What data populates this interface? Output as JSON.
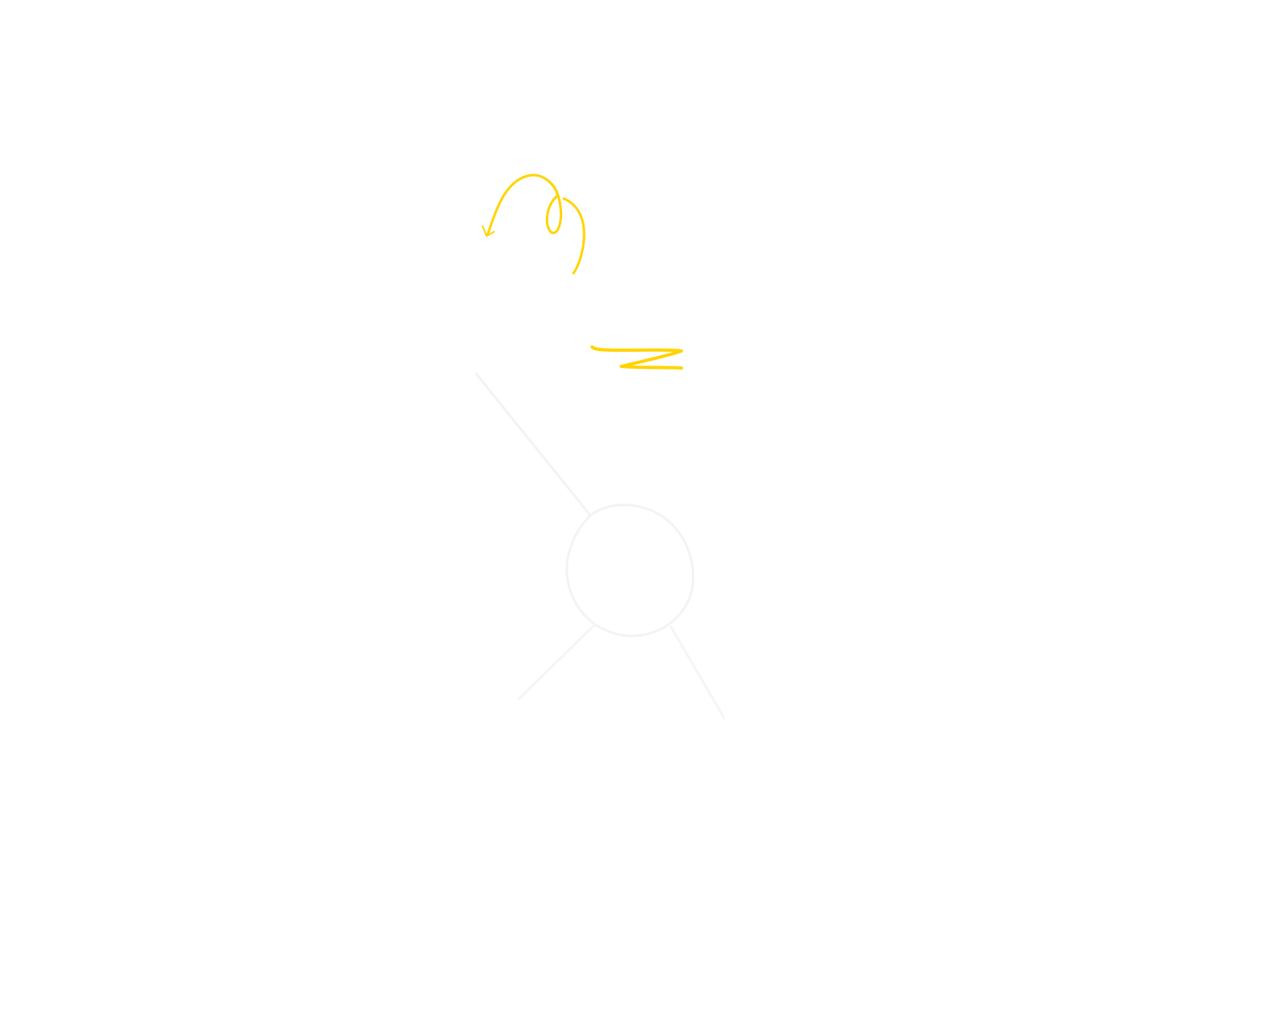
{
  "colors": {
    "background": "#ffffff",
    "ink": "#FFD400",
    "faint": "#f4f4f4"
  },
  "elements": {
    "annotation_curl": "curly-arrow-scribble",
    "annotation_z": "z-letter-scribble",
    "node": "circle",
    "edges": [
      "upper-left-line",
      "lower-left-line",
      "lower-right-line"
    ]
  }
}
